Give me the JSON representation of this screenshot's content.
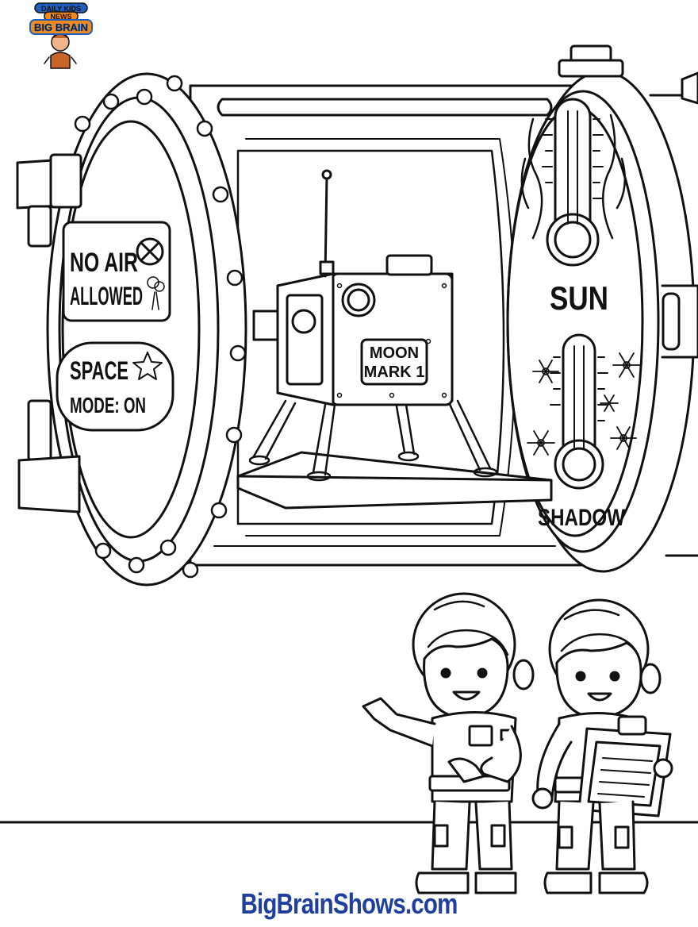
{
  "logo": {
    "line1": "DAILY KIDS",
    "line2": "NEWS",
    "line3": "BIG BRAIN"
  },
  "door_sign": {
    "line1": "NO AIR",
    "line2": "ALLOWED"
  },
  "door_badge": {
    "line1": "SPACE",
    "line2": "MODE: ON"
  },
  "lander": {
    "line1": "MOON",
    "line2": "MARK 1"
  },
  "thermo": {
    "sun_label": "SUN",
    "shadow_label": "SHADOW"
  },
  "footer": {
    "url": "BigBrainShows.com"
  },
  "colors": {
    "line": "#111111",
    "paper": "#ffffff",
    "url_blue": "#1f3f9e",
    "logo_orange": "#f28a1b",
    "logo_blue": "#1f5fbf",
    "logo_yellow": "#ffd23a"
  }
}
